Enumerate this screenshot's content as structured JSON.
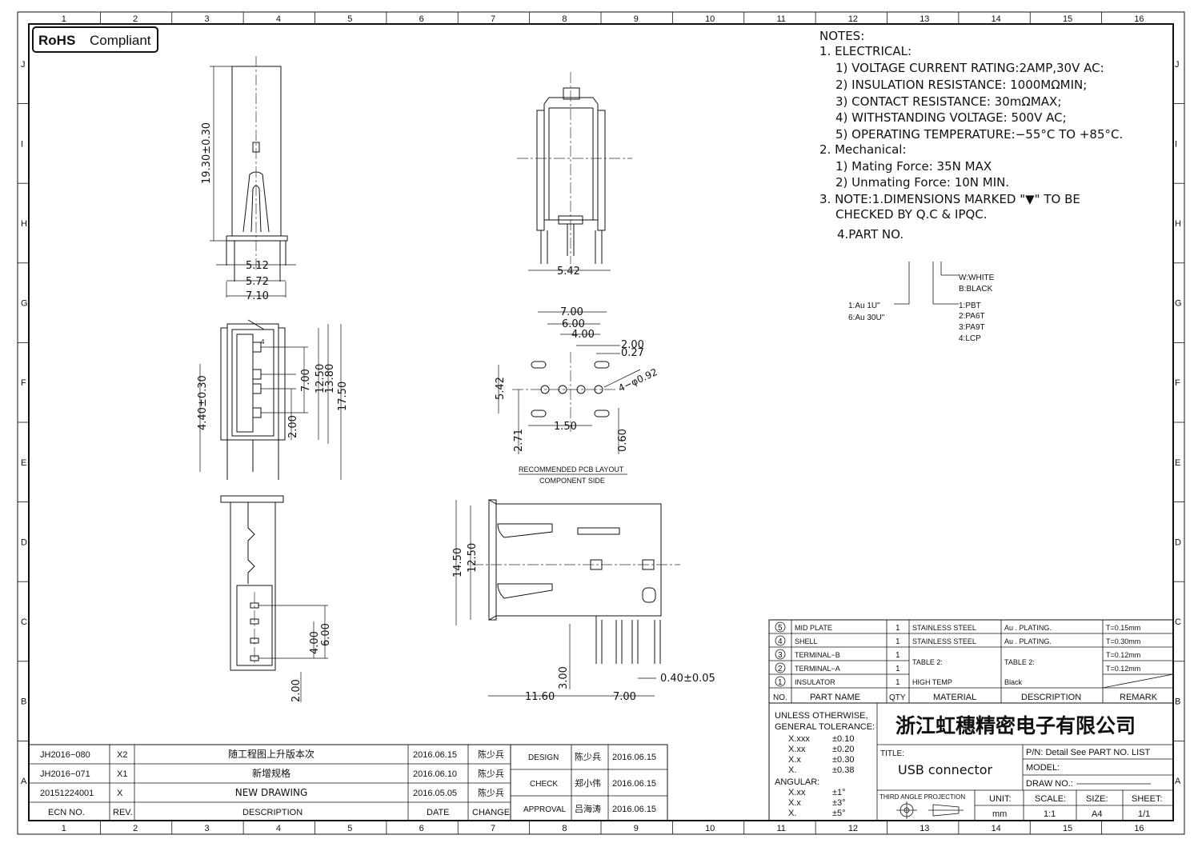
{
  "badge": "RoHS Compliant",
  "badge_bold": "RoHS",
  "badge_rest": "Compliant",
  "frame": {
    "cols": [
      "1",
      "2",
      "3",
      "4",
      "5",
      "6",
      "7",
      "8",
      "9",
      "10",
      "11",
      "12",
      "13",
      "14",
      "15",
      "16"
    ],
    "rows": [
      "J",
      "I",
      "H",
      "G",
      "F",
      "E",
      "D",
      "C",
      "B",
      "A"
    ]
  },
  "notes": {
    "title": "NOTES:",
    "electrical": "1. ELECTRICAL:",
    "e1": "1) VOLTAGE CURRENT RATING:2AMP,30V AC:",
    "e2": "2) INSULATION RESISTANCE: 1000MΩMIN;",
    "e3": "3) CONTACT RESISTANCE: 30mΩMAX;",
    "e4": "4) WITHSTANDING VOLTAGE: 500V AC;",
    "e5": "5) OPERATING TEMPERATURE:−55°C TO +85°C.",
    "mech": "2. Mechanical:",
    "m1": "1) Mating Force: 35N MAX",
    "m2": "2) Unmating Force: 10N MIN.",
    "n3a": "3. NOTE:1.DIMENSIONS MARKED \"▼\" TO BE",
    "n3b": "CHECKED BY Q.C & IPQC.",
    "n4": "4.PART NO."
  },
  "partno": {
    "w": "W:WHITE",
    "b": "B:BLACK",
    "p1": "1:PBT",
    "p2": "2:PA6T",
    "p3": "3:PA9T",
    "p4": "4:LCP",
    "au1": "1:Au 1U\"",
    "au6": "6:Au 30U\""
  },
  "dims": {
    "d1930": "19.30±0.30",
    "d512": "5.12",
    "d572": "5.72",
    "d710": "7.10",
    "d542top": "5.42",
    "d440": "4.40±0.30",
    "d700v": "7.00",
    "d1250": "12.50",
    "d1380": "13.80",
    "d1750": "17.50",
    "d200v": "2.00",
    "d4": "4",
    "p700": "7.00",
    "p600": "6.00",
    "p400": "4.00",
    "p200": "2.00",
    "p027": "0.27",
    "p542": "5.42",
    "phole": "4−φ0.92",
    "p150": "1.50",
    "p271": "2.71",
    "p060": "0.60",
    "pcb1": "RECOMMENDED PCB LAYOUT",
    "pcb2": "COMPONENT SIDE",
    "s1450": "14.50",
    "s1250": "12.50",
    "s300": "3.00",
    "s040": "0.40±0.05",
    "s1160": "11.60",
    "s700": "7.00",
    "b400": "4.00",
    "b600": "6.00",
    "b200": "2.00"
  },
  "bom": {
    "rows": [
      {
        "no": "5",
        "name": "MID PLATE",
        "qty": "1",
        "mat": "STAINLESS STEEL",
        "desc": "Au . PLATING.",
        "rem": "T=0.15mm"
      },
      {
        "no": "4",
        "name": "SHELL",
        "qty": "1",
        "mat": "STAINLESS STEEL",
        "desc": "Au . PLATING.",
        "rem": "T=0.30mm"
      },
      {
        "no": "3",
        "name": "TERMINAL−B",
        "qty": "1",
        "mat": "TABLE 2:",
        "desc": "TABLE 2:",
        "rem": "T=0.12mm"
      },
      {
        "no": "2",
        "name": "TERMINAL−A",
        "qty": "1",
        "mat": "",
        "desc": "",
        "rem": "T=0.12mm"
      },
      {
        "no": "1",
        "name": "INSULATOR",
        "qty": "1",
        "mat": "HIGH TEMP",
        "desc": "Black",
        "rem": ""
      }
    ],
    "head": {
      "no": "NO.",
      "name": "PART NAME",
      "qty": "QTY",
      "mat": "MATERIAL",
      "desc": "DESCRIPTION",
      "rem": "REMARK"
    }
  },
  "tol": {
    "t1": "UNLESS OTHERWISE,",
    "t2": "GENERAL TOLERANCE:",
    "xxxx": "X.xxx",
    "xxxv": "±0.10",
    "xxx": "X.xx",
    "xxv": "±0.20",
    "xx": "X.x",
    "xv": "±0.30",
    "x": "X.",
    "xxv2": "±0.38",
    "ang": "ANGULAR:",
    "axx": "X.xx",
    "axxv": "±1°",
    "ax": "X.x",
    "axv": "±3°",
    "a": "X.",
    "av": "±5°"
  },
  "company": "浙江虹穗精密电子有限公司",
  "title_label": "TITLE:",
  "title_value": "USB connector",
  "pn": "P/N: Detail See PART NO. LIST",
  "model": "MODEL:",
  "drawno": "DRAW NO.:",
  "proj": "THIRD ANGLE PROJECTION",
  "unit_l": "UNIT:",
  "unit_v": "mm",
  "scale_l": "SCALE:",
  "scale_v": "1:1",
  "size_l": "SIZE:",
  "size_v": "A4",
  "sheet_l": "SHEET:",
  "sheet_v": "1/1",
  "rev": {
    "rows": [
      {
        "ecn": "JH2016−080",
        "rev": "X2",
        "desc": "随工程图上升版本次",
        "date": "2016.06.15",
        "chg": "陈少兵"
      },
      {
        "ecn": "JH2016−071",
        "rev": "X1",
        "desc": "新增规格",
        "date": "2016.06.10",
        "chg": "陈少兵"
      },
      {
        "ecn": "20151224001",
        "rev": "X",
        "desc": "NEW DRAWING",
        "date": "2016.05.05",
        "chg": "陈少兵"
      }
    ],
    "head": {
      "ecn": "ECN NO.",
      "rev": "REV.",
      "desc": "DESCRIPTION",
      "date": "DATE",
      "chg": "CHANGE"
    }
  },
  "sign": {
    "design": "DESIGN",
    "design_n": "陈少兵",
    "design_d": "2016.06.15",
    "check": "CHECK",
    "check_n": "郑小伟",
    "check_d": "2016.06.15",
    "approval": "APPROVAL",
    "approval_n": "吕海涛",
    "approval_d": "2016.06.15"
  }
}
